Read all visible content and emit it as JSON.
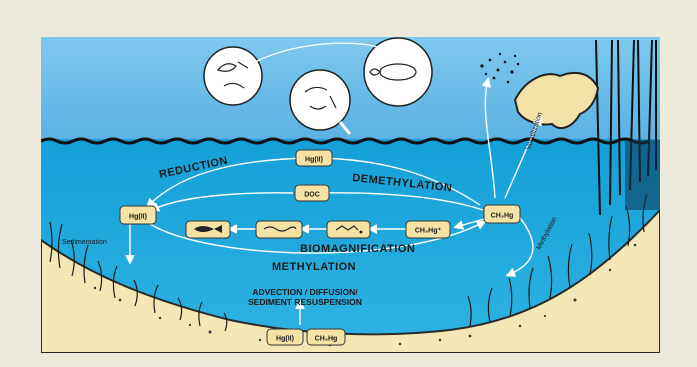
{
  "diagram": {
    "labels": {
      "reduction": "REDUCTION",
      "demethylation": "DEMETHYLATION",
      "biomagnification": "BIOMAGNIFICATION",
      "methylation": "METHYLATION",
      "sedimentation": "Sedimentation",
      "volatilization": "Volatilization",
      "methylation_side": "Methylation",
      "advection_1": "ADVECTION / DIFFUSION/",
      "advection_2": "SEDIMENT RESUSPENSION"
    },
    "boxes": {
      "hg_top": "Hg(II)",
      "doc": "DOC",
      "hg_left": "Hg(II)",
      "ch3hg_right": "CH₃Hg",
      "ch3hg_chain": "CH₃Hg⁺",
      "sed_hg": "Hg(II)",
      "sed_ch3hg": "CH₃Hg"
    },
    "colors": {
      "background": "#eceadb",
      "sky": "#5fb7e6",
      "water": "#1da7dc",
      "sediment": "#f3e7b6",
      "box": "#f6e2a5"
    }
  }
}
